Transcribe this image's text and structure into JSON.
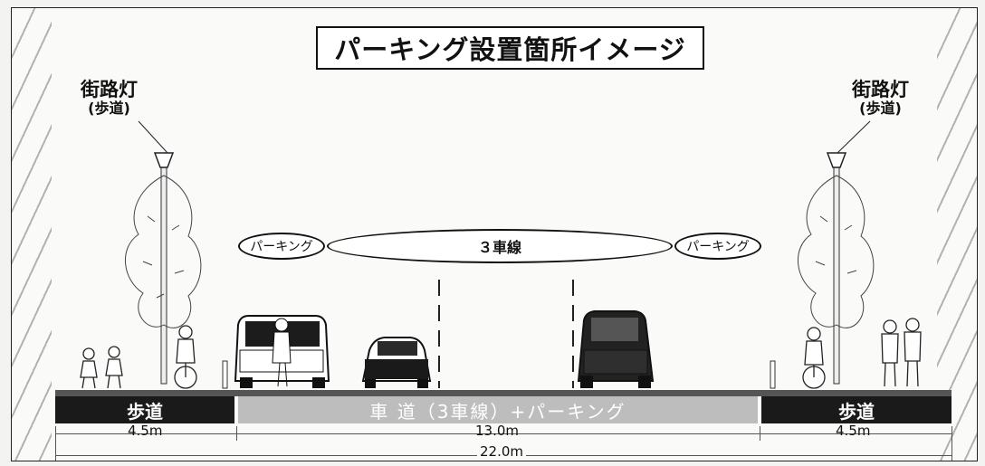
{
  "title": "パーキング設置箇所イメージ",
  "street_light_left": {
    "label": "街路灯",
    "sub": "(歩道)"
  },
  "street_light_right": {
    "label": "街路灯",
    "sub": "(歩道)"
  },
  "parking_left": "パーキング",
  "lanes_label": "３車線",
  "parking_right": "パーキング",
  "sidewalk_left": "歩道",
  "road_label": "車 道（3車線）+パーキング",
  "sidewalk_right": "歩道",
  "width_left": "4.5m",
  "width_road": "13.0m",
  "width_right": "4.5m",
  "width_total": "22.0m"
}
